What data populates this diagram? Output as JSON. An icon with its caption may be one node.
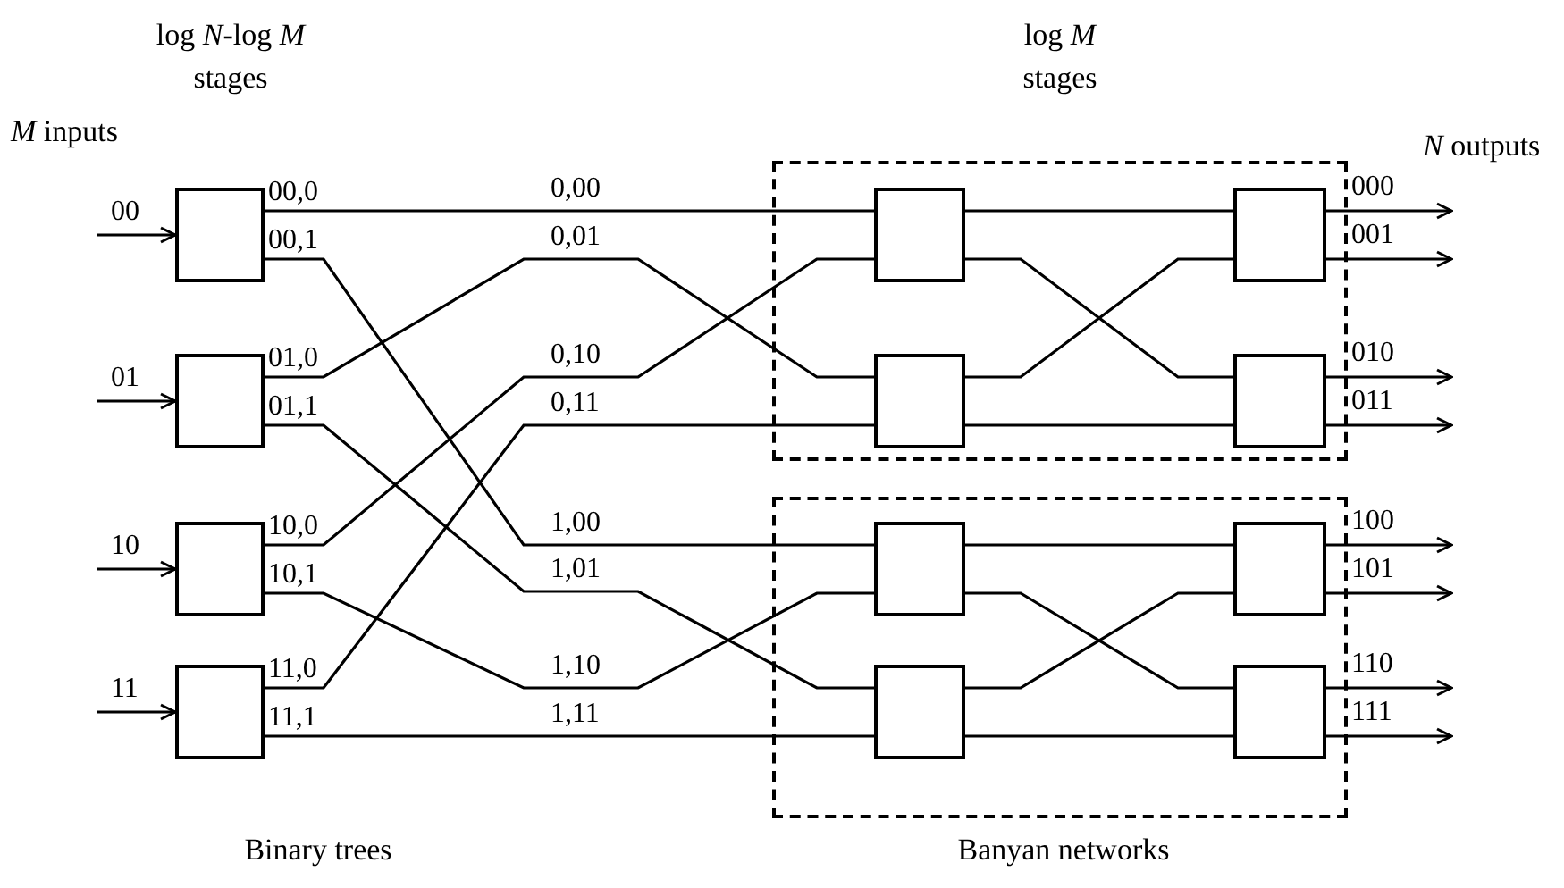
{
  "diagram": {
    "nodes": [
      {
        "text": [],
        "shape": "box",
        "beside": [
          "00,0",
          "00,1"
        ]
      },
      {
        "text": [],
        "shape": "box",
        "beside": [
          "01,0",
          "01,1"
        ]
      },
      {
        "text": [],
        "shape": "box",
        "beside": [
          "10,0",
          "10,1"
        ]
      },
      {
        "text": [],
        "shape": "box",
        "beside": [
          "11,0",
          "11,1"
        ]
      },
      {
        "text": [],
        "shape": "box"
      },
      {
        "text": [],
        "shape": "box",
        "in": 4
      },
      {
        "text": [],
        "shape": "box",
        "in": 4
      },
      {
        "text": [],
        "shape": "box",
        "in": 4
      },
      {
        "text": [],
        "shape": "box",
        "in": 4
      },
      {
        "text": [],
        "shape": "box"
      },
      {
        "text": [],
        "shape": "box",
        "in": 9
      },
      {
        "text": [],
        "shape": "box",
        "in": 9
      },
      {
        "text": [],
        "shape": "box",
        "in": 9
      },
      {
        "text": [],
        "shape": "box",
        "in": 9
      }
    ],
    "edges": [
      {
        "from": null,
        "to": 0,
        "arrow": "to",
        "label": "00"
      },
      {
        "from": null,
        "to": 1,
        "arrow": "to",
        "label": "01"
      },
      {
        "from": null,
        "to": 2,
        "arrow": "to",
        "label": "10"
      },
      {
        "from": null,
        "to": 3,
        "arrow": "to",
        "label": "11"
      },
      {
        "from": 0,
        "to": 5,
        "arrow": "none",
        "label": "0,00"
      },
      {
        "from": 0,
        "to": 10,
        "arrow": "none",
        "label": "1,00"
      },
      {
        "from": 1,
        "to": 7,
        "arrow": "none",
        "label": "0,01"
      },
      {
        "from": 1,
        "to": 12,
        "arrow": "none",
        "label": "1,01"
      },
      {
        "from": 2,
        "to": 5,
        "arrow": "none",
        "label": "0,10"
      },
      {
        "from": 2,
        "to": 10,
        "arrow": "none",
        "label": "1,10"
      },
      {
        "from": 3,
        "to": 7,
        "arrow": "none",
        "label": "0,11"
      },
      {
        "from": 3,
        "to": 12,
        "arrow": "none",
        "label": "1,11"
      },
      {
        "from": 5,
        "to": 6,
        "arrow": "none"
      },
      {
        "from": 5,
        "to": 8,
        "arrow": "none"
      },
      {
        "from": 7,
        "to": 6,
        "arrow": "none"
      },
      {
        "from": 7,
        "to": 8,
        "arrow": "none"
      },
      {
        "from": 10,
        "to": 11,
        "arrow": "none"
      },
      {
        "from": 10,
        "to": 13,
        "arrow": "none"
      },
      {
        "from": 12,
        "to": 11,
        "arrow": "none"
      },
      {
        "from": 12,
        "to": 13,
        "arrow": "none"
      },
      {
        "from": 6,
        "to": null,
        "arrow": "to",
        "label": "000"
      },
      {
        "from": 6,
        "to": null,
        "arrow": "to",
        "label": "001"
      },
      {
        "from": 8,
        "to": null,
        "arrow": "to",
        "label": "010"
      },
      {
        "from": 8,
        "to": null,
        "arrow": "to",
        "label": "011"
      },
      {
        "from": 11,
        "to": null,
        "arrow": "to",
        "label": "100"
      },
      {
        "from": 11,
        "to": null,
        "arrow": "to",
        "label": "101"
      },
      {
        "from": 13,
        "to": null,
        "arrow": "to",
        "label": "110"
      },
      {
        "from": 13,
        "to": null,
        "arrow": "to",
        "label": "111"
      }
    ],
    "labels": [
      "log *N*-log *M* stages",
      "log *M* stages",
      "*M* inputs",
      "*N* outputs",
      "Binary trees",
      "Banyan networks"
    ]
  }
}
